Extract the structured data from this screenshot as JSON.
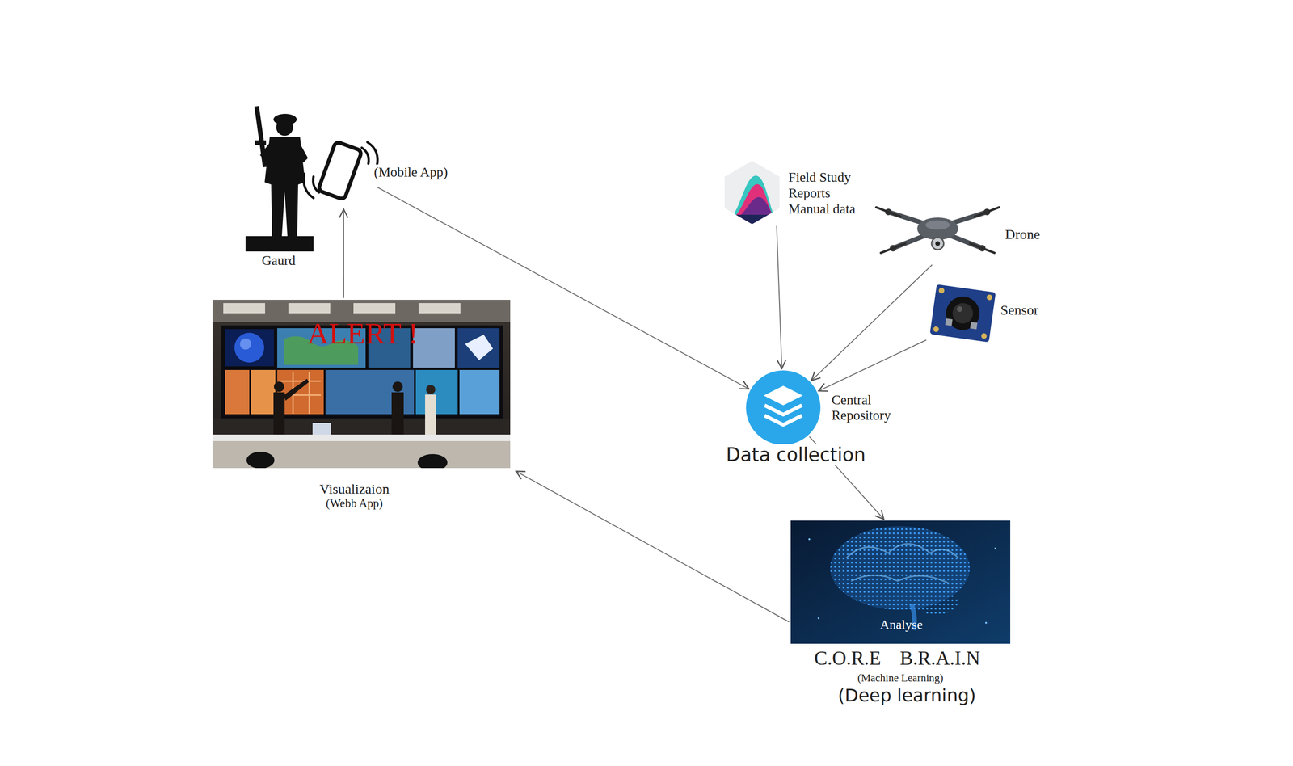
{
  "diagram": {
    "nodes": [
      {
        "text": [
          "Gaurd"
        ]
      },
      {
        "text": [
          "(Mobile App)"
        ]
      },
      {
        "text": [
          "Field Study Reports Manual data"
        ]
      },
      {
        "text": [
          "Drone"
        ]
      },
      {
        "text": [
          "ALERT !",
          "Visualizaion",
          "(Webb App)"
        ]
      },
      {
        "text": [
          "Sensor"
        ]
      },
      {
        "text": [
          "Central Repository",
          "Data collection"
        ]
      },
      {
        "text": [
          "Analyse",
          "C.O.R.E B.R.A.I.N",
          "(Machine Learning)",
          "(Deep learning)"
        ]
      }
    ],
    "edges": [
      {
        "from": 4,
        "to": 1,
        "arrow": "to"
      },
      {
        "from": 1,
        "to": 6,
        "arrow": "to"
      },
      {
        "from": 2,
        "to": 6,
        "arrow": "to"
      },
      {
        "from": 3,
        "to": 6,
        "arrow": "to"
      },
      {
        "from": 5,
        "to": 6,
        "arrow": "to"
      },
      {
        "from": 6,
        "to": 7,
        "arrow": "to"
      },
      {
        "from": 7,
        "to": 4,
        "arrow": "to"
      }
    ]
  }
}
